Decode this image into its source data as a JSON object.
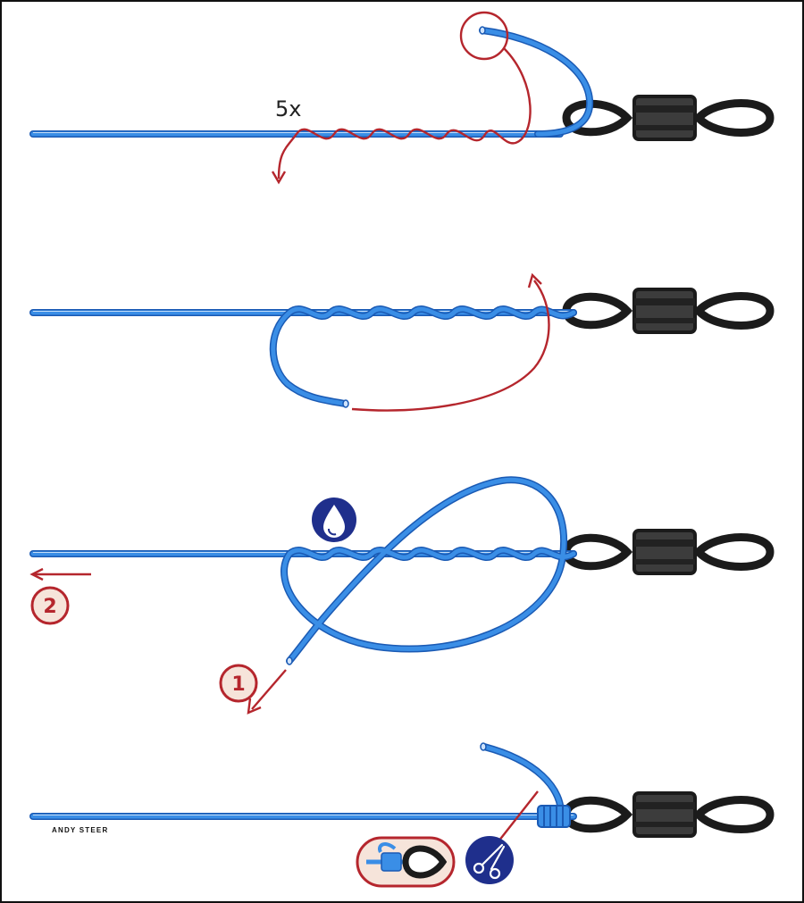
{
  "colors": {
    "line": "#3a8ee6",
    "line_dark": "#1a5ab4",
    "annotation": "#b5262d",
    "badge_fill": "#f6e4da",
    "swivel": "#1b1b1b",
    "swivel_barrel": "#3c3c3c",
    "icon_blue": "#1f2f8c"
  },
  "steps": [
    {
      "annotation": "5x"
    },
    {
      "annotation": ""
    },
    {
      "badges": [
        "1",
        "2"
      ],
      "icons": [
        "water-drop-icon"
      ]
    },
    {
      "icons": [
        "knot-detail-icon",
        "scissors-icon"
      ]
    }
  ],
  "credit": "ANDY STEER"
}
